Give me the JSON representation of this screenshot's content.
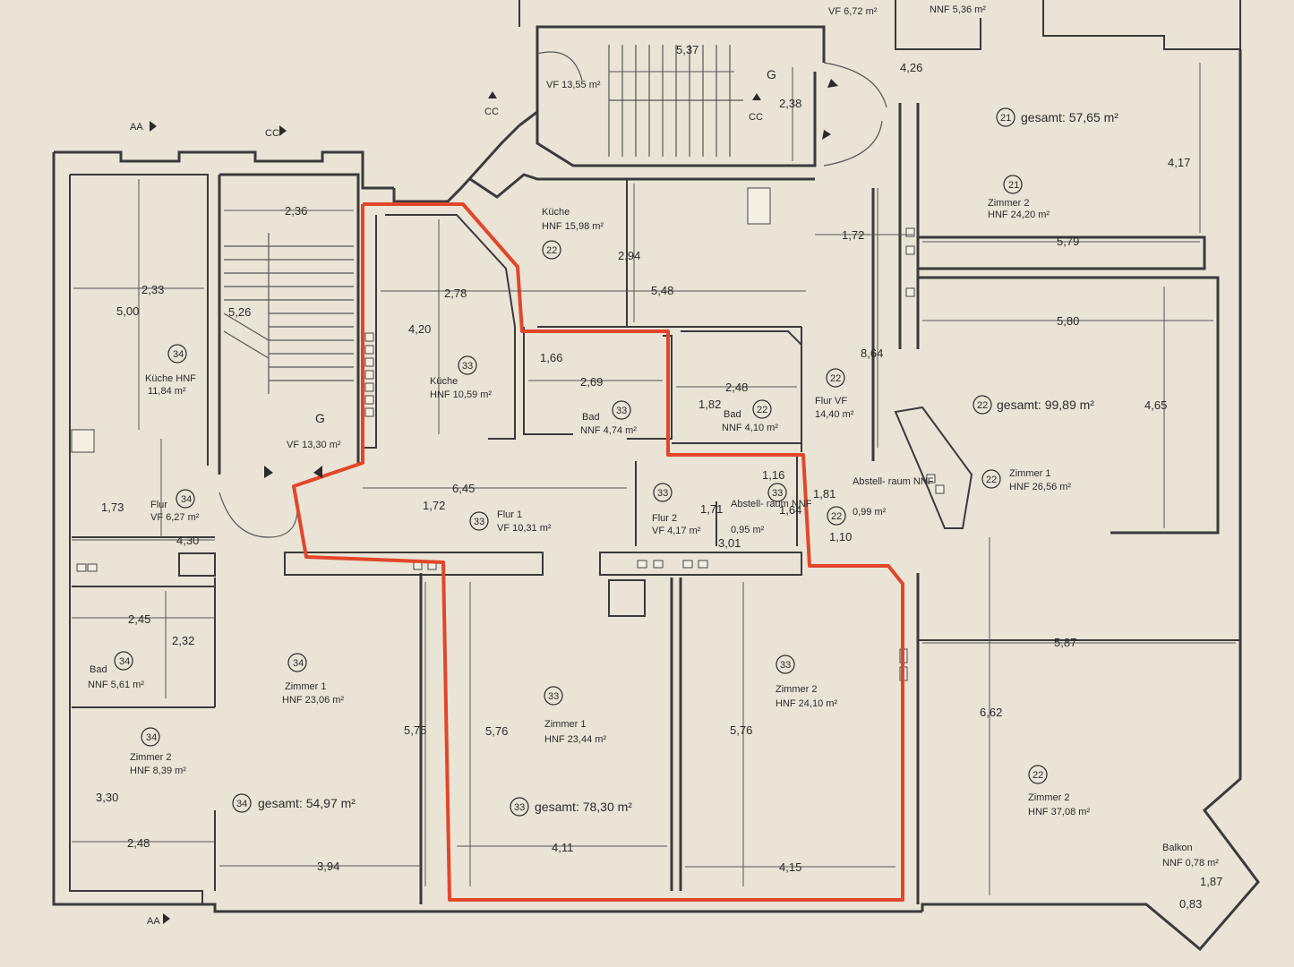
{
  "units": {
    "u34": {
      "kitchen": {
        "num": "34",
        "name": "Küche HNF",
        "area": "11,84 m²"
      },
      "hall": {
        "num": "34",
        "name": "Flur",
        "area": "VF 6,27 m²"
      },
      "bath": {
        "num": "34",
        "name": "Bad",
        "area": "NNF 5,61 m²"
      },
      "room1": {
        "num": "34",
        "name": "Zimmer 1",
        "area": "HNF 23,06 m²"
      },
      "room2": {
        "num": "34",
        "name": "Zimmer 2",
        "area": "HNF 8,39 m²"
      },
      "total": {
        "num": "34",
        "label": "gesamt: 54,97 m²"
      }
    },
    "u33": {
      "kitchen": {
        "num": "33",
        "name": "Küche",
        "area": "HNF 10,59 m²"
      },
      "bath": {
        "num": "33",
        "name": "Bad",
        "area": "NNF 4,74 m²"
      },
      "hall1": {
        "num": "33",
        "name": "Flur 1",
        "area": "VF 10,31 m²"
      },
      "hall2": {
        "num": "33",
        "name": "Flur 2",
        "area": "VF 4,17 m²"
      },
      "storage": {
        "num": "33",
        "name": "Abstell- raum NNF",
        "area": "0,95 m²"
      },
      "room1": {
        "num": "33",
        "name": "Zimmer 1",
        "area": "HNF 23,44 m²"
      },
      "room2": {
        "num": "33",
        "name": "Zimmer 2",
        "area": "HNF 24,10 m²"
      },
      "total": {
        "num": "33",
        "label": "gesamt: 78,30 m²"
      }
    },
    "u22": {
      "kitchen": {
        "num": "22",
        "name": "Küche",
        "area": "HNF 15,98 m²"
      },
      "bath": {
        "num": "22",
        "name": "Bad",
        "area": "NNF 4,10 m²"
      },
      "hall": {
        "num": "22",
        "name": "Flur VF",
        "area": "14,40 m²"
      },
      "storage": {
        "num": "22",
        "name": "Abstell- raum NNF",
        "area": "0,99 m²"
      },
      "room1": {
        "num": "22",
        "name": "Zimmer 1",
        "area": "HNF 26,56 m²"
      },
      "room2": {
        "num": "22",
        "name": "Zimmer 2",
        "area": "HNF 37,08 m²"
      },
      "balcony": {
        "name": "Balkon",
        "area": "NNF 0,78 m²"
      },
      "total": {
        "num": "22",
        "label": "gesamt: 99,89 m²"
      }
    },
    "u21": {
      "room2": {
        "num": "21",
        "name": "Zimmer 2",
        "area": "HNF 24,20 m²"
      },
      "total": {
        "num": "21",
        "label": "gesamt: 57,65 m²"
      }
    }
  },
  "stairs": {
    "left": {
      "letter": "G",
      "area": "VF 13,30 m²",
      "width": "2,36",
      "run": "5,26"
    },
    "top": {
      "letter": "G",
      "area": "VF 13,55 m²",
      "run": "5,37",
      "width": "2,38"
    }
  },
  "top_labels": {
    "vf": "VF 6,72 m²",
    "nnf": "NNF 5,36 m²"
  },
  "section_marks": {
    "aa": "AA",
    "cc": "CC"
  },
  "dimensions": {
    "d236": "2,36",
    "d233": "2,33",
    "d500": "5,00",
    "d526": "5,26",
    "d278": "2,78",
    "d420": "4,20",
    "d548": "5,48",
    "d294": "2,94",
    "d166": "1,66",
    "d269": "2,69",
    "d248": "2,48",
    "d182": "1,82",
    "d645": "6,45",
    "d172a": "1,72",
    "d173": "1,73",
    "d430": "4,30",
    "d245": "2,45",
    "d232": "2,32",
    "d575": "5,75",
    "d576a": "5,76",
    "d576b": "5,76",
    "d330": "3,30",
    "d248b": "2,48",
    "d394": "3,94",
    "d411": "4,11",
    "d415": "4,15",
    "d171": "1,71",
    "d116": "1,16",
    "d164": "1,64",
    "d181": "1,81",
    "d110": "1,10",
    "d301": "3,01",
    "d172b": "1,72",
    "d864": "8,64",
    "d426": "4,26",
    "d417": "4,17",
    "d579": "5,79",
    "d580": "5,80",
    "d465": "4,65",
    "d587": "5,87",
    "d662": "6,62",
    "d187": "1,87",
    "d083": "0,83",
    "d238": "2,38",
    "d537": "5,37"
  },
  "highlight_color": "#e2462a"
}
